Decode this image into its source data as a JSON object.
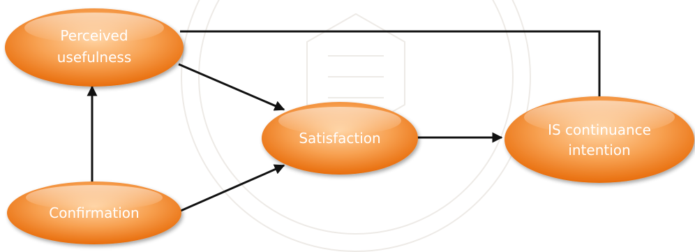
{
  "nodes": {
    "perceived_usefulness": {
      "lines": [
        "Perceived",
        "usefulness"
      ]
    },
    "confirmation": {
      "lines": [
        "Confirmation"
      ]
    },
    "satisfaction": {
      "lines": [
        "Satisfaction"
      ]
    },
    "is_continuance_intention": {
      "lines": [
        "IS continuance",
        "intention"
      ]
    }
  },
  "edges": [
    {
      "from": "confirmation",
      "to": "perceived_usefulness"
    },
    {
      "from": "perceived_usefulness",
      "to": "satisfaction"
    },
    {
      "from": "confirmation",
      "to": "satisfaction"
    },
    {
      "from": "satisfaction",
      "to": "is_continuance_intention"
    },
    {
      "from": "perceived_usefulness",
      "to": "is_continuance_intention"
    }
  ],
  "colors": {
    "node_fill_light": "#ffd2a0",
    "node_fill_mid": "#f7a050",
    "node_fill_dark": "#e86d0c",
    "edge": "#111111",
    "label": "#ffffff",
    "watermark": "#ece8e4"
  }
}
